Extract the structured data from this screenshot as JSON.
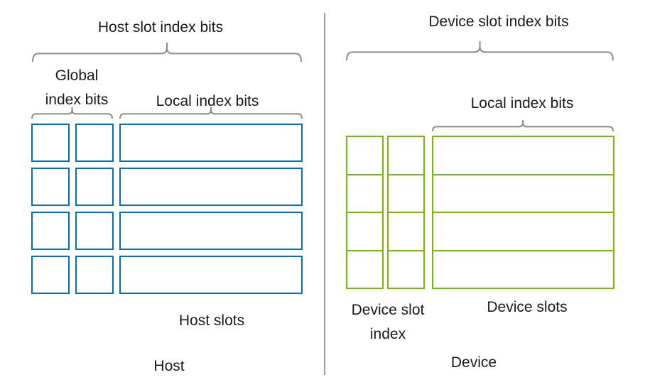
{
  "colors": {
    "accent_blue": "#0070C0",
    "accent_green": "#76B900",
    "brace_gray": "#8C8C8C",
    "divider_gray": "#9B9B9B",
    "text": "#1A1A1A",
    "background": "#FFFFFF"
  },
  "host": {
    "title": "Host slot index bits",
    "global_label": "Global index bits",
    "local_label": "Local index bits",
    "slots_label": "Host slots",
    "name": "Host",
    "rows": 4
  },
  "device": {
    "title": "Device slot index bits",
    "local_label": "Local index bits",
    "slot_index_label": "Device slot index",
    "slots_label": "Device slots",
    "name": "Device",
    "rows": 4
  }
}
